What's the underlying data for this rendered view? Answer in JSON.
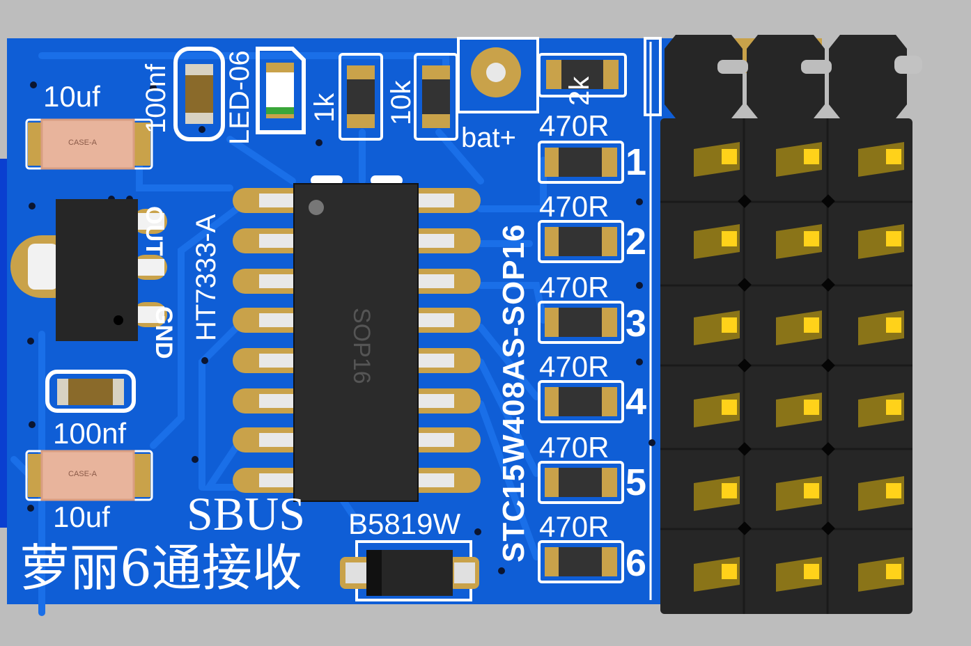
{
  "board": {
    "colors": {
      "pcb": "#0f5ed6",
      "pcb_edge": "#0b47aa",
      "trace": "#1869e6",
      "gold": "#c9a24a",
      "silk": "#ffffff",
      "ic": "#2a2a2a",
      "header": "#262626",
      "background": "#bdbdbd"
    },
    "silkscreen": {
      "cap_top_left": "10uf",
      "cap_top": "100nf",
      "led": "LED-06",
      "res_1k": "1k",
      "res_10k": "10k",
      "res_2k": "2k",
      "battery_pad": "bat+",
      "regulator": "HT7333-A",
      "pin_out": "OUT",
      "pin_gnd": "GND",
      "mcu": "STC15W408AS-SOP16",
      "ic_body": "SOP16",
      "cap_mid": "100nf",
      "cap_bottom": "10uf",
      "label_sbus": "SBUS",
      "diode": "B5819W",
      "title": "萝丽6通接收",
      "case_a": "CASE-A"
    },
    "channels": [
      {
        "number": "1",
        "resistor": "470R"
      },
      {
        "number": "2",
        "resistor": "470R"
      },
      {
        "number": "3",
        "resistor": "470R"
      },
      {
        "number": "4",
        "resistor": "470R"
      },
      {
        "number": "5",
        "resistor": "470R"
      },
      {
        "number": "6",
        "resistor": "470R"
      }
    ]
  }
}
